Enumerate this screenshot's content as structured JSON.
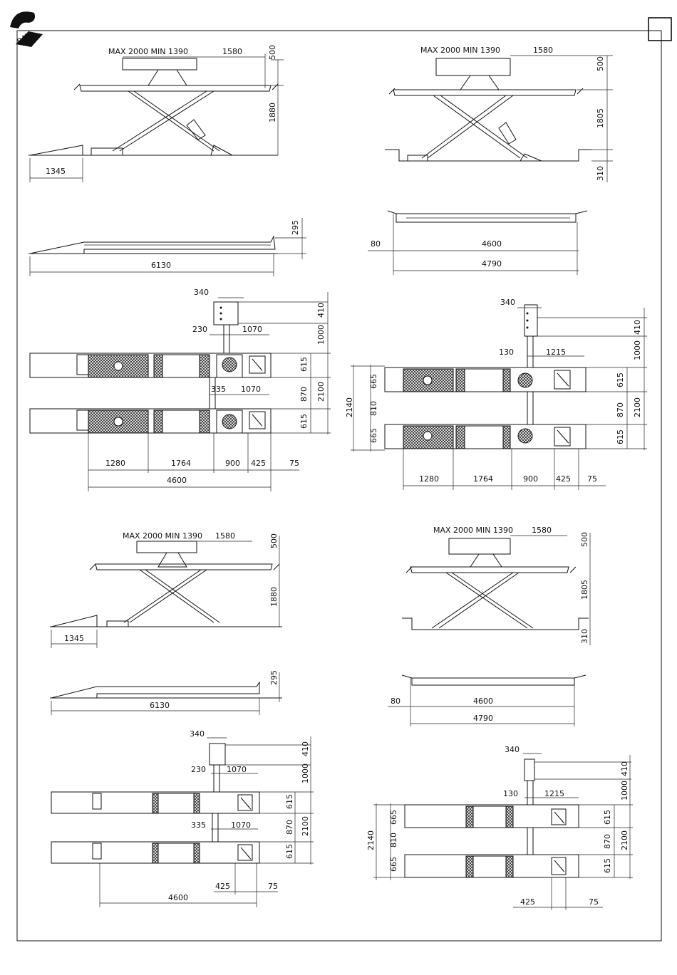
{
  "page": {
    "box_label": ""
  },
  "dims": {
    "max_min": "MAX 2000 MIN 1390",
    "d1580": "1580",
    "d500": "500",
    "d1880": "1880",
    "d1805": "1805",
    "d310": "310",
    "d1345": "1345",
    "d295": "295",
    "d6130": "6130",
    "d80": "80",
    "d4600": "4600",
    "d4790": "4790",
    "d340": "340",
    "d410": "410",
    "d1000": "1000",
    "d230": "230",
    "d1070": "1070",
    "d335": "335",
    "d615": "615",
    "d870": "870",
    "d2100": "2100",
    "d1280": "1280",
    "d1764": "1764",
    "d900": "900",
    "d425": "425",
    "d75": "75",
    "d130": "130",
    "d1215": "1215",
    "d2140": "2140",
    "d665": "665",
    "d810": "810"
  },
  "icons": {
    "logo": "rav-logo-icon",
    "turntable": "turntable-icon",
    "slip_plate": "slip-plate-icon"
  }
}
